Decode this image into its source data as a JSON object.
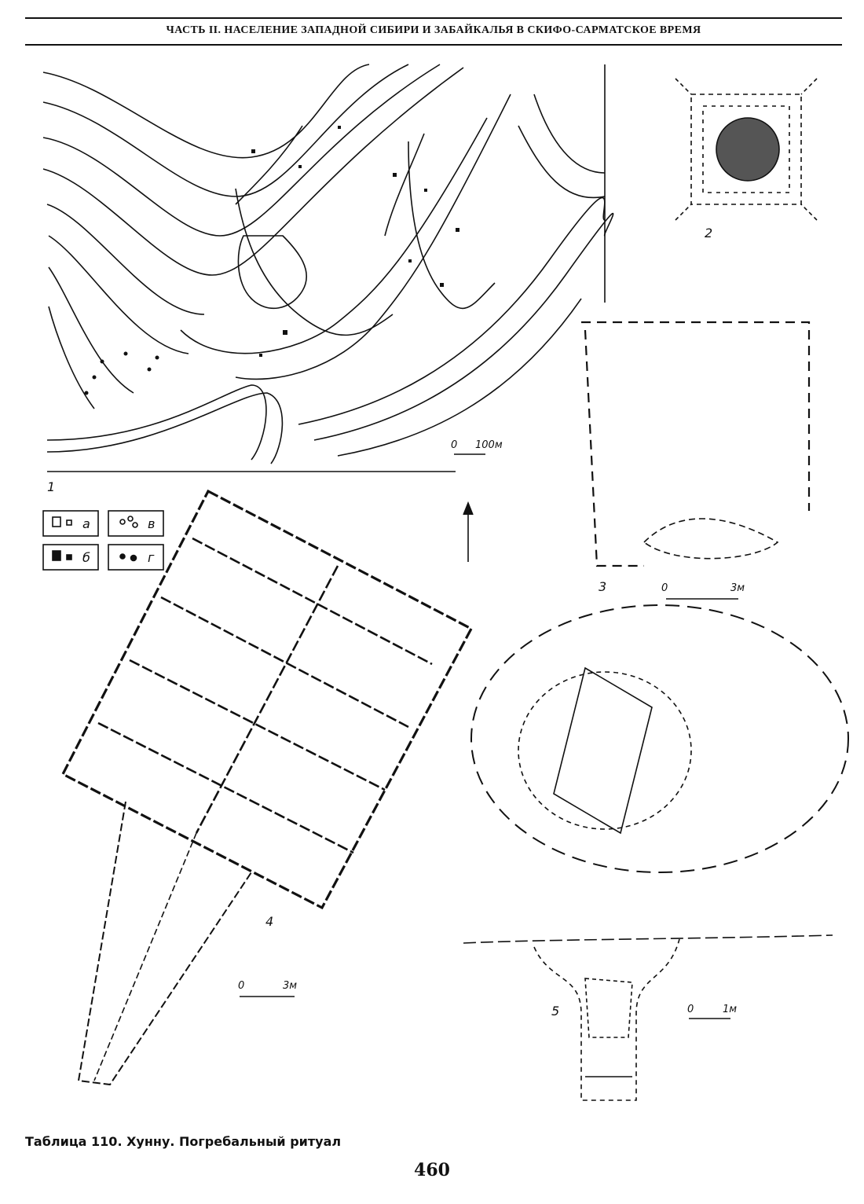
{
  "header": {
    "title": "ЧАСТЬ II. НАСЕЛЕНИЕ ЗАПАДНОЙ СИБИРИ И ЗАБАЙКАЛЬЯ В СКИФО-САРМАТСКОЕ ВРЕМЯ"
  },
  "figures": {
    "fig1": {
      "number": "1",
      "scale_zero": "0",
      "scale_text": "100м"
    },
    "fig2": {
      "number": "2"
    },
    "fig3": {
      "number": "3",
      "scale_zero": "0",
      "scale_text": "3м"
    },
    "fig4": {
      "number": "4",
      "scale_zero": "0",
      "scale_text": "3м"
    },
    "fig5": {
      "number": "5",
      "scale_zero": "0",
      "scale_text": "1м"
    }
  },
  "legend": [
    {
      "letter": "а",
      "symbol": "open-square"
    },
    {
      "letter": "б",
      "symbol": "filled-square"
    },
    {
      "letter": "в",
      "symbol": "open-circle"
    },
    {
      "letter": "г",
      "symbol": "filled-circle"
    }
  ],
  "caption": "Таблица 110. Хунну. Погребальный ритуал",
  "page_number": "460"
}
